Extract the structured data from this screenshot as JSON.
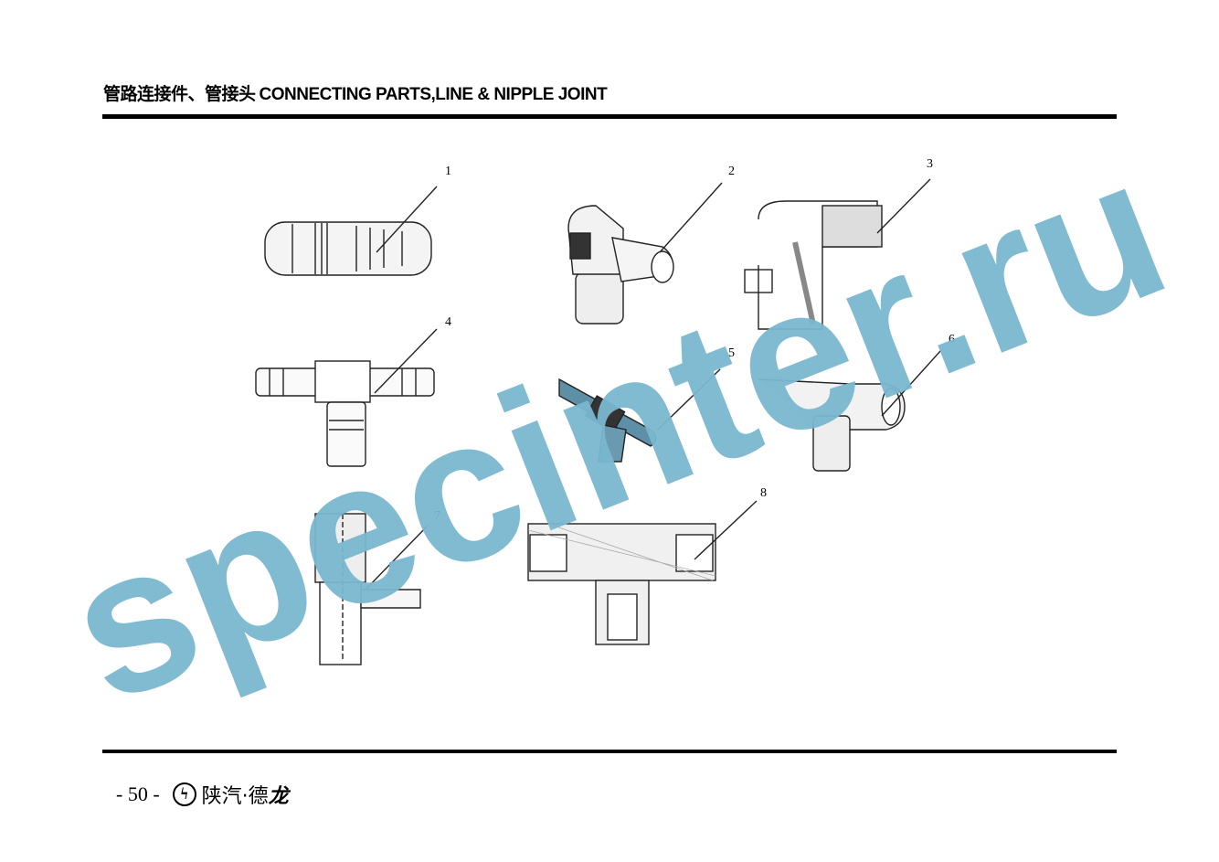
{
  "header": {
    "title_cn": "管路连接件、管接头",
    "title_en": "CONNECTING PARTS,LINE & NIPPLE JOINT"
  },
  "callouts": [
    "1",
    "2",
    "3",
    "4",
    "5",
    "6",
    "7",
    "8"
  ],
  "watermark": "specinter.ru",
  "footer": {
    "page_number": "- 50 -",
    "brand": "陕汽·德",
    "brand_last": "龙"
  },
  "colors": {
    "watermark": "#7ab8cf",
    "rule": "#000000"
  }
}
